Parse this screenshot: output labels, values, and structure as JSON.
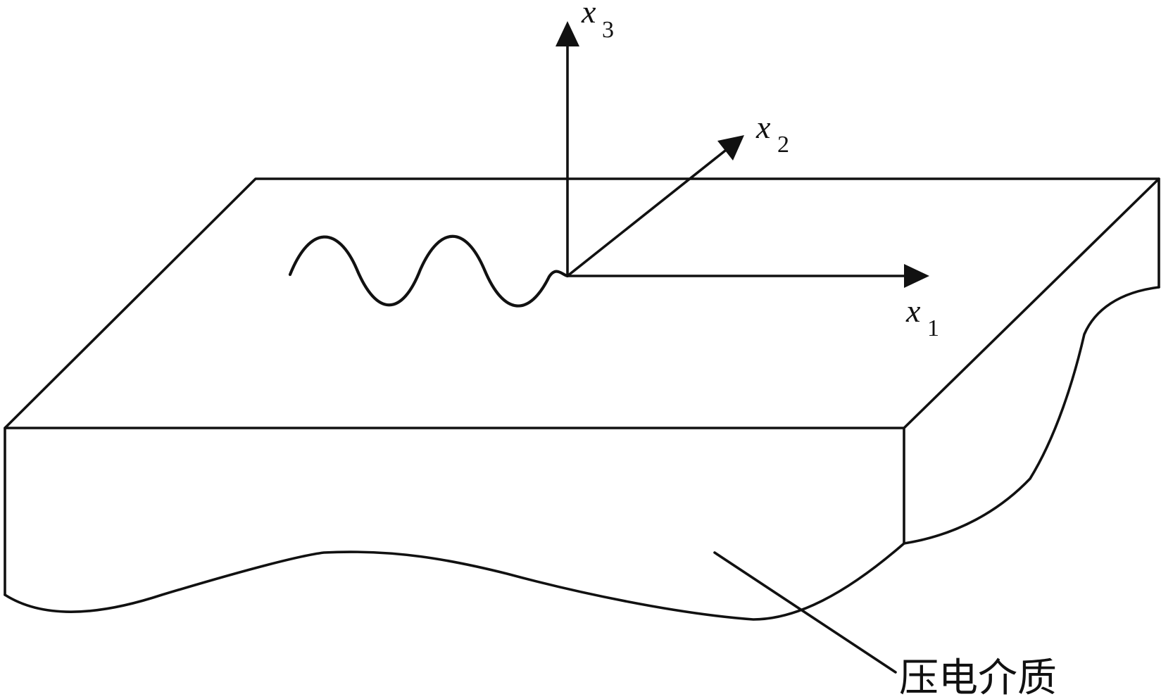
{
  "diagram": {
    "axes": [
      {
        "id": "x1",
        "symbol": "x",
        "subscript": "1"
      },
      {
        "id": "x2",
        "symbol": "x",
        "subscript": "2"
      },
      {
        "id": "x3",
        "symbol": "x",
        "subscript": "3"
      }
    ],
    "material_label": "压电介质",
    "stroke_color": "#111111",
    "background_color": "#ffffff"
  }
}
